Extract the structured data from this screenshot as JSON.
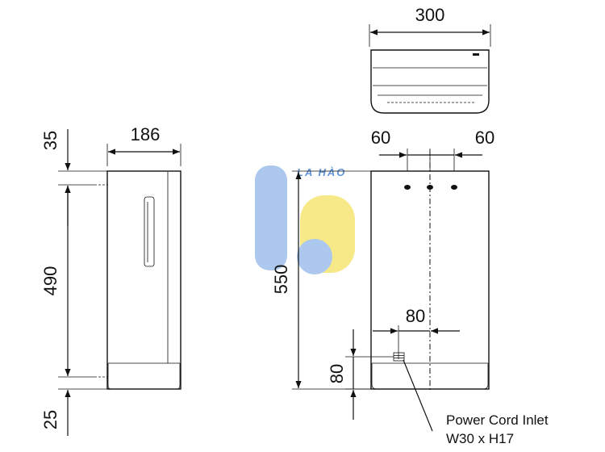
{
  "dimensions": {
    "top_width": "300",
    "side_depth": "186",
    "side_top_offset": "35",
    "side_body_height": "490",
    "side_bottom_offset": "25",
    "front_height": "550",
    "front_left_spacing": "60",
    "front_right_spacing": "60",
    "inlet_horizontal": "80",
    "inlet_vertical": "80"
  },
  "notes": {
    "inlet_line1": "Power Cord Inlet",
    "inlet_line2": "W30 x H17"
  },
  "watermark": {
    "text": "LA HÀO",
    "colors": {
      "blue": "#a9c6ee",
      "yellow": "#f5e36a",
      "text": "#5b8fd6"
    }
  }
}
